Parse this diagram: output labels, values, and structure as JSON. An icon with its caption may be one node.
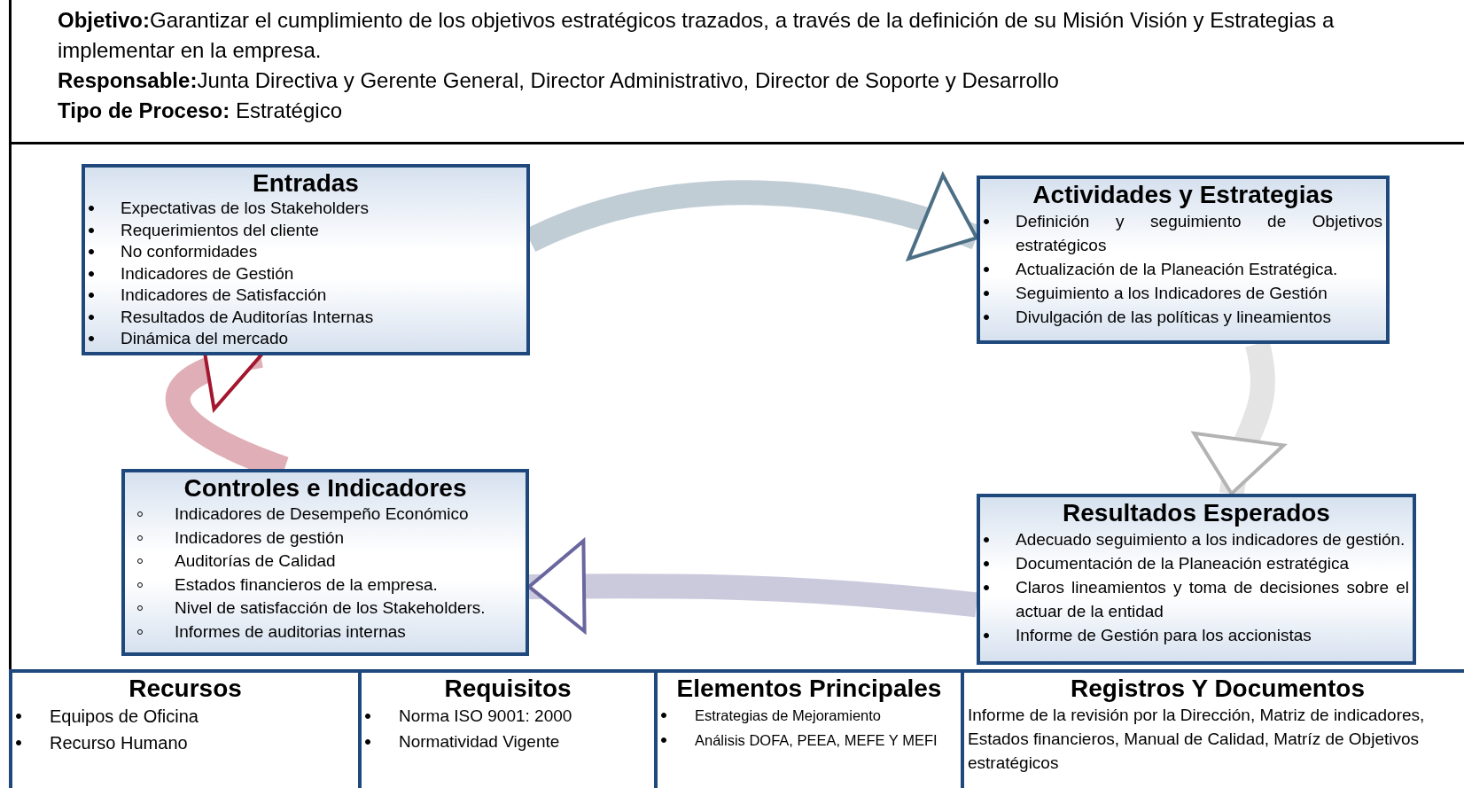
{
  "diagram": {
    "nodes": [
      {
        "text": [
          "**Objetivo:**Garantizar el cumplimiento de los objetivos estratégicos trazados, a través de la definición de su Misión Visión y  Estrategias a implementar en la empresa.",
          "**Responsable:**Junta Directiva y Gerente General, Director Administrativo, Director de Soporte y Desarrollo",
          "**Tipo de Proceso:** Estratégico"
        ]
      },
      {
        "text": [
          "Entradas",
          "Expectativas de los Stakeholders",
          "Requerimientos del  cliente",
          "No conformidades",
          "Indicadores de Gestión",
          "Indicadores de Satisfacción",
          "Resultados de Auditorías Internas",
          "Dinámica del mercado"
        ]
      },
      {
        "text": [
          "Actividades y Estrategias",
          "Definición y seguimiento de Objetivos estratégicos",
          "Actualización de la Planeación Estratégica.",
          "Seguimiento a los Indicadores de Gestión",
          "Divulgación de las políticas y lineamientos"
        ]
      },
      {
        "text": [
          "Controles e Indicadores",
          "Indicadores de Desempeño Económico",
          "Indicadores de gestión",
          "Auditorías de Calidad",
          "Estados financieros de la empresa.",
          "Nivel de satisfacción de los Stakeholders.",
          "Informes de auditorias internas"
        ]
      },
      {
        "text": [
          "Resultados Esperados",
          "Adecuado seguimiento a los indicadores de gestión.",
          "Documentación de la Planeación estratégica",
          "Claros lineamientos y toma de decisiones sobre el actuar de la entidad",
          "Informe de Gestión para los accionistas"
        ]
      },
      {
        "text": [
          "Recursos",
          "Equipos de Oficina",
          "Recurso Humano"
        ]
      },
      {
        "text": [
          "Requisitos",
          "Norma ISO 9001: 2000",
          "Normatividad Vigente"
        ]
      },
      {
        "text": [
          "Elementos Principales",
          "Estrategias de Mejoramiento",
          "Análisis DOFA, PEEA, MEFE Y MEFI"
        ]
      },
      {
        "text": [
          "Registros Y Documentos",
          "Informe de la revisión por la Dirección, Matriz de indicadores, Estados financieros, Manual de Calidad, Matríz de Objetivos estratégicos"
        ]
      }
    ],
    "edges": [
      {
        "from": 1,
        "to": 2,
        "arrow": "to",
        "color": "#4d6f86"
      },
      {
        "from": 2,
        "to": 4,
        "arrow": "to",
        "color": "#b3b3b3"
      },
      {
        "from": 4,
        "to": 3,
        "arrow": "to",
        "color": "#6a669e"
      },
      {
        "from": 3,
        "to": 1,
        "arrow": "to",
        "color": "#a3162e"
      }
    ]
  }
}
